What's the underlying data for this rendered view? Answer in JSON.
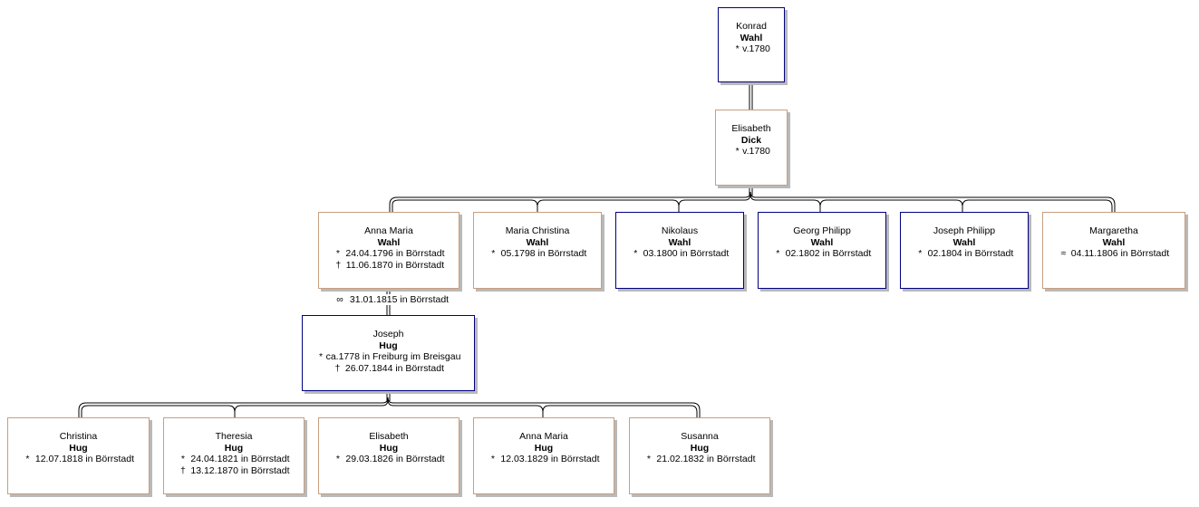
{
  "people": {
    "konrad": {
      "given": "Konrad",
      "surname": "Wahl",
      "lines": [
        {
          "sym": "*",
          "text": "v.1780"
        }
      ]
    },
    "elisabeth_dick": {
      "given": "Elisabeth",
      "surname": "Dick",
      "lines": [
        {
          "sym": "*",
          "text": "v.1780"
        }
      ]
    },
    "anna_maria_wahl": {
      "given": "Anna Maria",
      "surname": "Wahl",
      "lines": [
        {
          "sym": "*",
          "text": "24.04.1796 in Börrstadt"
        },
        {
          "sym": "†",
          "text": "11.06.1870 in Börrstadt"
        }
      ]
    },
    "maria_christina": {
      "given": "Maria Christina",
      "surname": "Wahl",
      "lines": [
        {
          "sym": "*",
          "text": "05.1798 in Börrstadt"
        }
      ]
    },
    "nikolaus": {
      "given": "Nikolaus",
      "surname": "Wahl",
      "lines": [
        {
          "sym": "*",
          "text": "03.1800 in Börrstadt"
        }
      ]
    },
    "georg_philipp": {
      "given": "Georg Philipp",
      "surname": "Wahl",
      "lines": [
        {
          "sym": "*",
          "text": "02.1802 in Börrstadt"
        }
      ]
    },
    "joseph_philipp": {
      "given": "Joseph Philipp",
      "surname": "Wahl",
      "lines": [
        {
          "sym": "*",
          "text": "02.1804 in Börrstadt"
        }
      ]
    },
    "margaretha": {
      "given": "Margaretha",
      "surname": "Wahl",
      "lines": [
        {
          "sym": "≈",
          "text": "04.11.1806 in Börrstadt"
        }
      ]
    },
    "joseph_hug": {
      "given": "Joseph",
      "surname": "Hug",
      "lines": [
        {
          "sym": "*",
          "text": "ca.1778 in Freiburg im Breisgau"
        },
        {
          "sym": "†",
          "text": "26.07.1844 in Börrstadt"
        }
      ]
    },
    "christina": {
      "given": "Christina",
      "surname": "Hug",
      "lines": [
        {
          "sym": "*",
          "text": "12.07.1818 in Börrstadt"
        }
      ]
    },
    "theresia": {
      "given": "Theresia",
      "surname": "Hug",
      "lines": [
        {
          "sym": "*",
          "text": "24.04.1821 in Börrstadt"
        },
        {
          "sym": "†",
          "text": "13.12.1870 in Börrstadt"
        }
      ]
    },
    "elisabeth_hug": {
      "given": "Elisabeth",
      "surname": "Hug",
      "lines": [
        {
          "sym": "*",
          "text": "29.03.1826 in Börrstadt"
        }
      ]
    },
    "anna_maria_hug": {
      "given": "Anna Maria",
      "surname": "Hug",
      "lines": [
        {
          "sym": "*",
          "text": "12.03.1829 in Börrstadt"
        }
      ]
    },
    "susanna": {
      "given": "Susanna",
      "surname": "Hug",
      "lines": [
        {
          "sym": "*",
          "text": "21.02.1832 in Börrstadt"
        }
      ]
    }
  },
  "marriage": {
    "symbol": "∞",
    "text": "31.01.1815 in Börrstadt"
  },
  "colors": {
    "male_border": "#000080",
    "female_border": "#c79f80",
    "shadow": "#b9b9b9",
    "connector": "#000000"
  }
}
